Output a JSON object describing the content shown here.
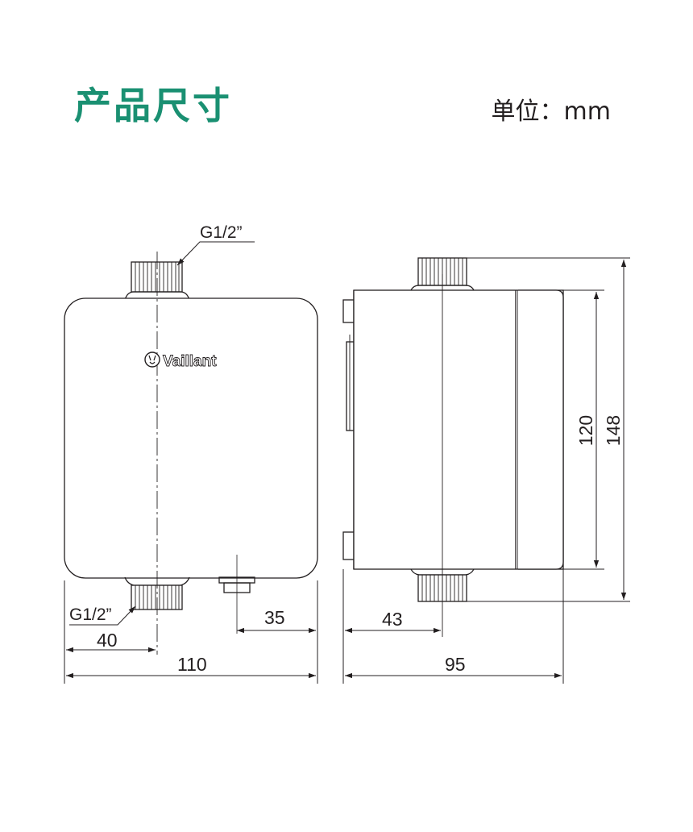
{
  "header": {
    "title": "产品尺寸",
    "unit": "单位：mm"
  },
  "front_view": {
    "brand": "Vaillant",
    "top_thread": "G1/2”",
    "bottom_thread": "G1/2”",
    "dims": {
      "offset_left": "40",
      "offset_right": "35",
      "width": "110"
    }
  },
  "side_view": {
    "dims": {
      "offset": "43",
      "depth": "95",
      "body_height": "120",
      "total_height": "148"
    }
  }
}
